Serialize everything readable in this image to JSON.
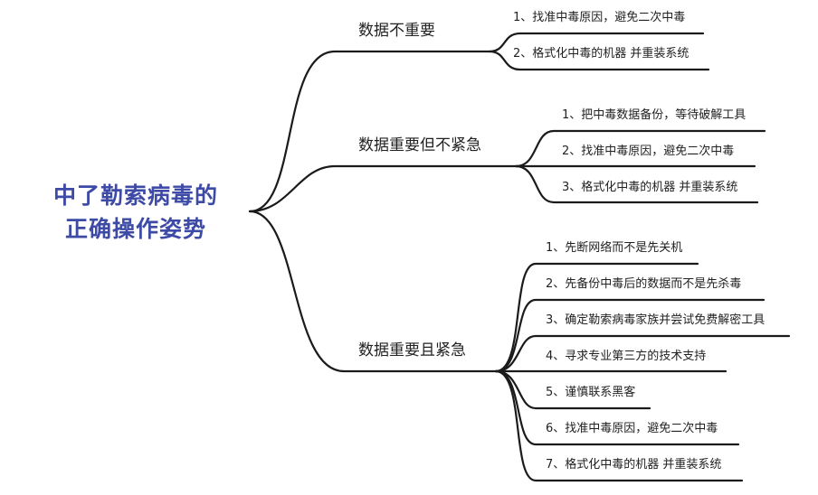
{
  "root": {
    "line1": "中了勒索病毒的",
    "line2": "正确操作姿势",
    "color": "#3d4aa6"
  },
  "branches": [
    {
      "label": "数据不重要",
      "leaves": [
        "1、找准中毒原因，避免二次中毒",
        "2、格式化中毒的机器 并重装系统"
      ]
    },
    {
      "label": "数据重要但不紧急",
      "leaves": [
        "1、把中毒数据备份，等待破解工具",
        "2、找准中毒原因，避免二次中毒",
        "3、格式化中毒的机器 并重装系统"
      ]
    },
    {
      "label": "数据重要且紧急",
      "leaves": [
        "1、先断网络而不是先关机",
        "2、先备份中毒后的数据而不是先杀毒",
        "3、确定勒索病毒家族并尝试免费解密工具",
        "4、寻求专业第三方的技术支持",
        "5、谨慎联系黑客",
        "6、找准中毒原因，避免二次中毒",
        "7、格式化中毒的机器 并重装系统"
      ]
    }
  ],
  "line_color": "#1b1b1b"
}
